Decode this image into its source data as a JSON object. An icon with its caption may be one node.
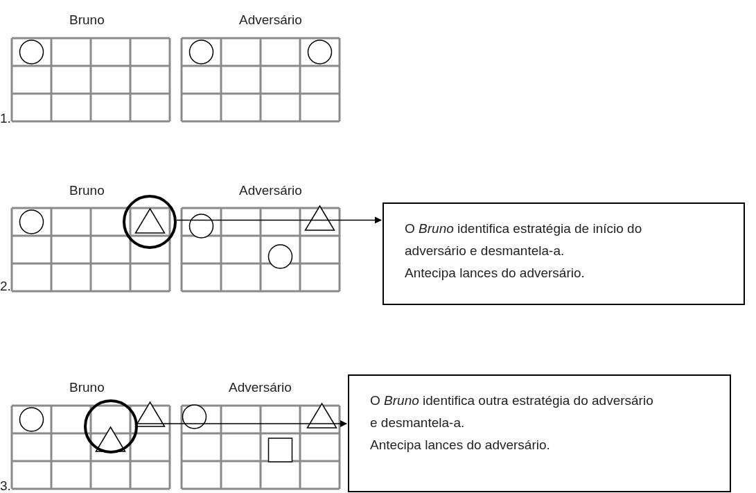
{
  "diagram": {
    "nodes": [
      {
        "text": [],
        "shape": "circle"
      },
      {
        "text": [
          "O *Bruno* identifica estratégia de início do adversário e desmantela-a.",
          "Antecipa lances do adversário."
        ]
      },
      {
        "text": [],
        "shape": "circle"
      },
      {
        "text": [
          "O *Bruno* identifica outra estratégia do adversário e desmantela-a.",
          "Antecipa lances do adversário."
        ]
      }
    ],
    "edges": [
      {
        "from": 0,
        "to": 1,
        "arrow": "to"
      },
      {
        "from": 2,
        "to": 3,
        "arrow": "to"
      }
    ],
    "labels": [
      "Bruno",
      "Adversário",
      "1.",
      "Bruno",
      "Adversário",
      "2.",
      "Bruno",
      "Adversário",
      "3."
    ]
  }
}
